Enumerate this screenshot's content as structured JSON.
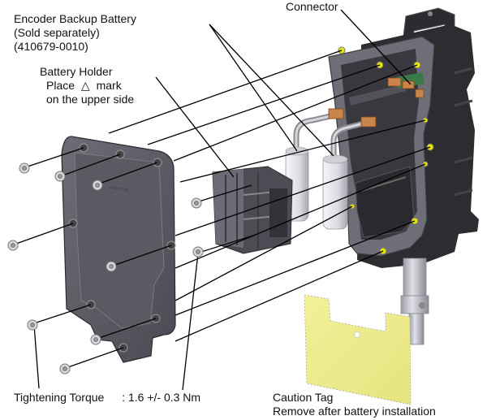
{
  "labels": {
    "encoder_battery": {
      "line1": "Encoder Backup Battery",
      "line2": "(Sold separately)",
      "line3": "(410679-0010)"
    },
    "battery_holder": {
      "line1": "Battery Holder",
      "line2_prefix": "Place",
      "line2_symbol": "△",
      "line2_suffix": "mark",
      "line3": "on the upper side"
    },
    "connector": "Connector",
    "tightening_torque": {
      "label": "Tightening Torque",
      "value": ": 1.6 +/- 0.3 Nm"
    },
    "caution_tag": {
      "line1": "Caution Tag",
      "line2": "Remove after battery installation"
    }
  },
  "colors": {
    "cover_plate": "#5c5c66",
    "housing": "#2b2b2e",
    "housing_frame": "#6e6e78",
    "caution_tag": "#eeec8e",
    "screw_hole_highlight": "#e6e600",
    "connector": "#c9844a",
    "battery": "#e4e4ea",
    "leader_line": "#000000"
  }
}
